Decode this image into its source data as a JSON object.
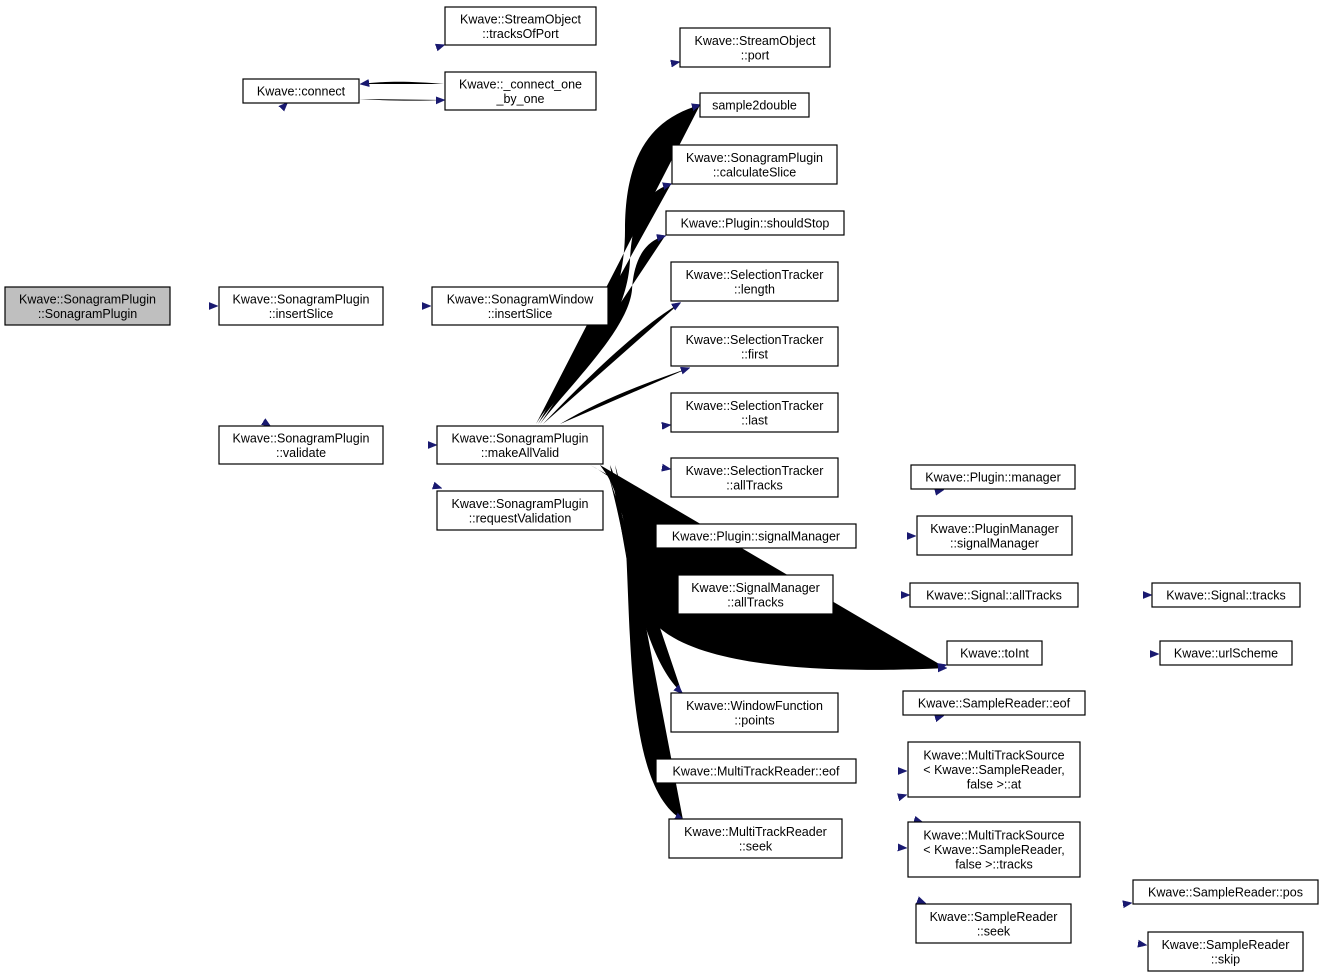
{
  "graph": {
    "colors": {
      "edge": "#191970",
      "node_border": "#000000",
      "root_fill": "#bfbfbf",
      "node_fill": "#ffffff"
    },
    "nodes": [
      {
        "id": "n0",
        "lines": [
          "Kwave::SonagramPlugin",
          "::SonagramPlugin"
        ],
        "root": true
      },
      {
        "id": "n1",
        "lines": [
          "Kwave::connect"
        ]
      },
      {
        "id": "n2",
        "lines": [
          "Kwave::StreamObject",
          "::tracksOfPort"
        ]
      },
      {
        "id": "n3",
        "lines": [
          "Kwave::_connect_one",
          "_by_one"
        ]
      },
      {
        "id": "n4",
        "lines": [
          "Kwave::StreamObject",
          "::port"
        ]
      },
      {
        "id": "n5",
        "lines": [
          "Kwave::SonagramPlugin",
          "::insertSlice"
        ]
      },
      {
        "id": "n6",
        "lines": [
          "Kwave::SonagramWindow",
          "::insertSlice"
        ]
      },
      {
        "id": "n7",
        "lines": [
          "Kwave::SonagramPlugin",
          "::validate"
        ]
      },
      {
        "id": "n8",
        "lines": [
          "Kwave::SonagramPlugin",
          "::makeAllValid"
        ]
      },
      {
        "id": "n9",
        "lines": [
          "Kwave::SonagramPlugin",
          "::requestValidation"
        ]
      },
      {
        "id": "n10",
        "lines": [
          "sample2double"
        ]
      },
      {
        "id": "n11",
        "lines": [
          "Kwave::SonagramPlugin",
          "::calculateSlice"
        ]
      },
      {
        "id": "n12",
        "lines": [
          "Kwave::Plugin::shouldStop"
        ]
      },
      {
        "id": "n13",
        "lines": [
          "Kwave::SelectionTracker",
          "::length"
        ]
      },
      {
        "id": "n14",
        "lines": [
          "Kwave::SelectionTracker",
          "::first"
        ]
      },
      {
        "id": "n15",
        "lines": [
          "Kwave::SelectionTracker",
          "::last"
        ]
      },
      {
        "id": "n16",
        "lines": [
          "Kwave::SelectionTracker",
          "::allTracks"
        ]
      },
      {
        "id": "n17",
        "lines": [
          "Kwave::Plugin::signalManager"
        ]
      },
      {
        "id": "n18",
        "lines": [
          "Kwave::Plugin::manager"
        ]
      },
      {
        "id": "n19",
        "lines": [
          "Kwave::PluginManager",
          "::signalManager"
        ]
      },
      {
        "id": "n20",
        "lines": [
          "Kwave::SignalManager",
          "::allTracks"
        ]
      },
      {
        "id": "n21",
        "lines": [
          "Kwave::Signal::allTracks"
        ]
      },
      {
        "id": "n22",
        "lines": [
          "Kwave::Signal::tracks"
        ]
      },
      {
        "id": "n23",
        "lines": [
          "Kwave::toInt"
        ]
      },
      {
        "id": "n24",
        "lines": [
          "Kwave::urlScheme"
        ]
      },
      {
        "id": "n25",
        "lines": [
          "Kwave::WindowFunction",
          "::points"
        ]
      },
      {
        "id": "n26",
        "lines": [
          "Kwave::SampleReader::eof"
        ]
      },
      {
        "id": "n27",
        "lines": [
          "Kwave::MultiTrackReader::eof"
        ]
      },
      {
        "id": "n28",
        "lines": [
          "Kwave::MultiTrackSource",
          "< Kwave::SampleReader,",
          "false >::at"
        ]
      },
      {
        "id": "n29",
        "lines": [
          "Kwave::MultiTrackReader",
          "::seek"
        ]
      },
      {
        "id": "n30",
        "lines": [
          "Kwave::MultiTrackSource",
          "< Kwave::SampleReader,",
          "false >::tracks"
        ]
      },
      {
        "id": "n31",
        "lines": [
          "Kwave::SampleReader::pos"
        ]
      },
      {
        "id": "n32",
        "lines": [
          "Kwave::SampleReader",
          "::seek"
        ]
      },
      {
        "id": "n33",
        "lines": [
          "Kwave::SampleReader",
          "::skip"
        ]
      }
    ]
  }
}
